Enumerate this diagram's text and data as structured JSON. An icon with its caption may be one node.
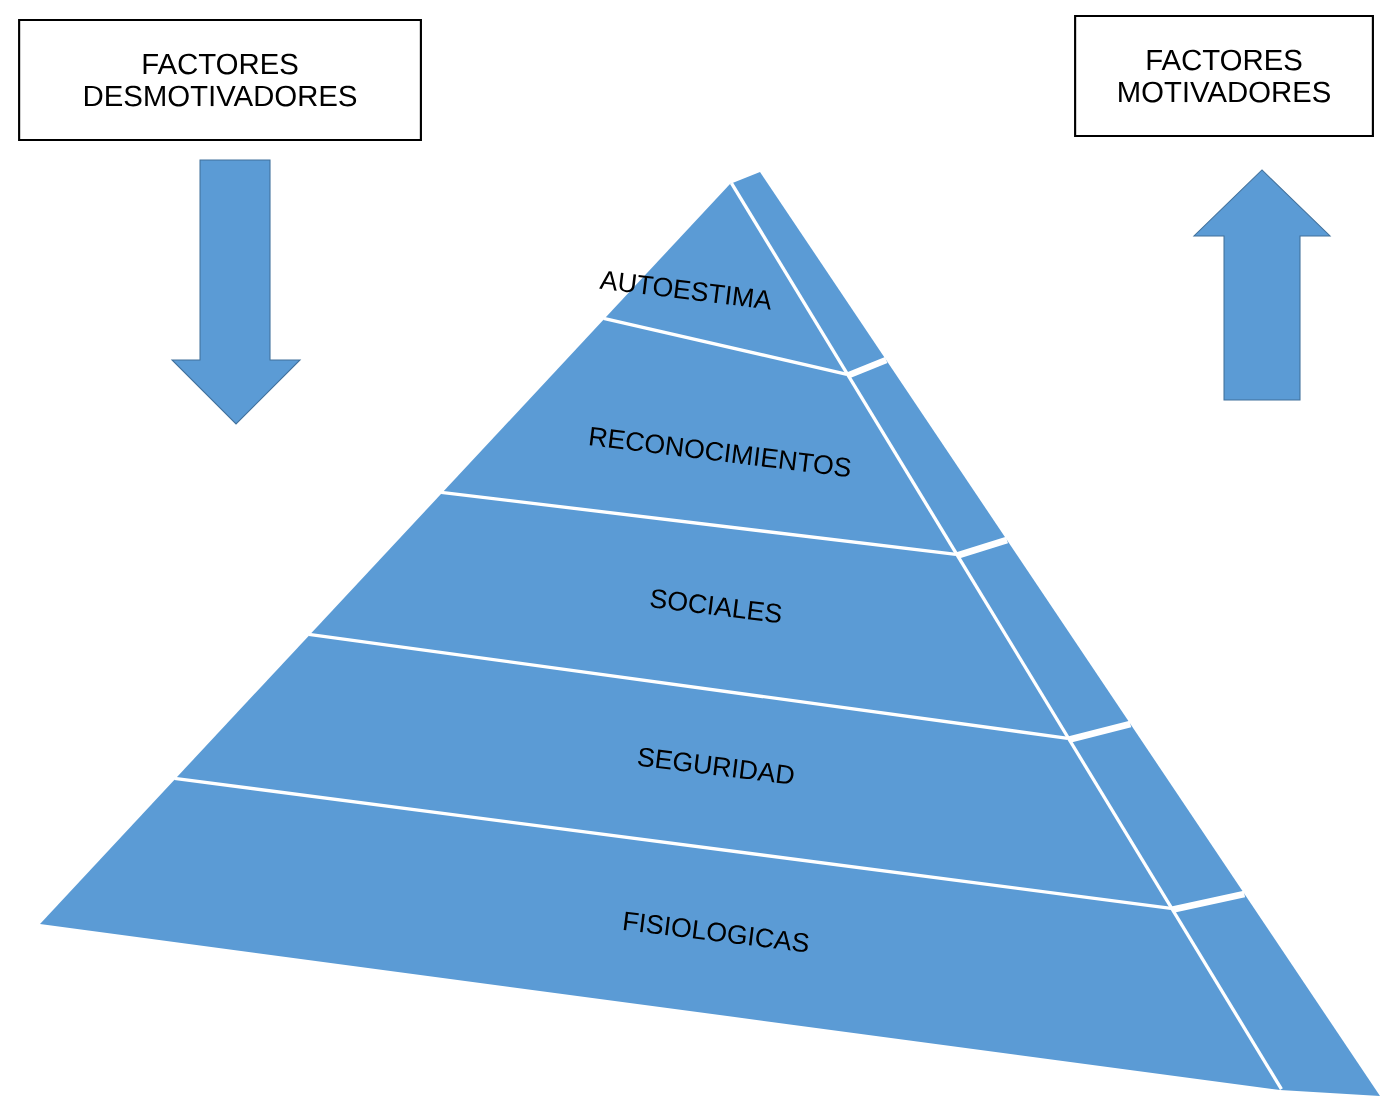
{
  "diagram": {
    "nodes": [
      {
        "text": [
          "FACTORES DESMOTIVADORES"
        ]
      },
      {
        "text": [
          "FACTORES MOTIVADORES"
        ]
      },
      {
        "text": [
          "AUTOESTIMA"
        ]
      },
      {
        "text": [
          "RECONOCIMIENTOS"
        ]
      },
      {
        "text": [
          "SOCIALES"
        ]
      },
      {
        "text": [
          "SEGURIDAD"
        ]
      },
      {
        "text": [
          "FISIOLOGICAS"
        ]
      }
    ]
  }
}
